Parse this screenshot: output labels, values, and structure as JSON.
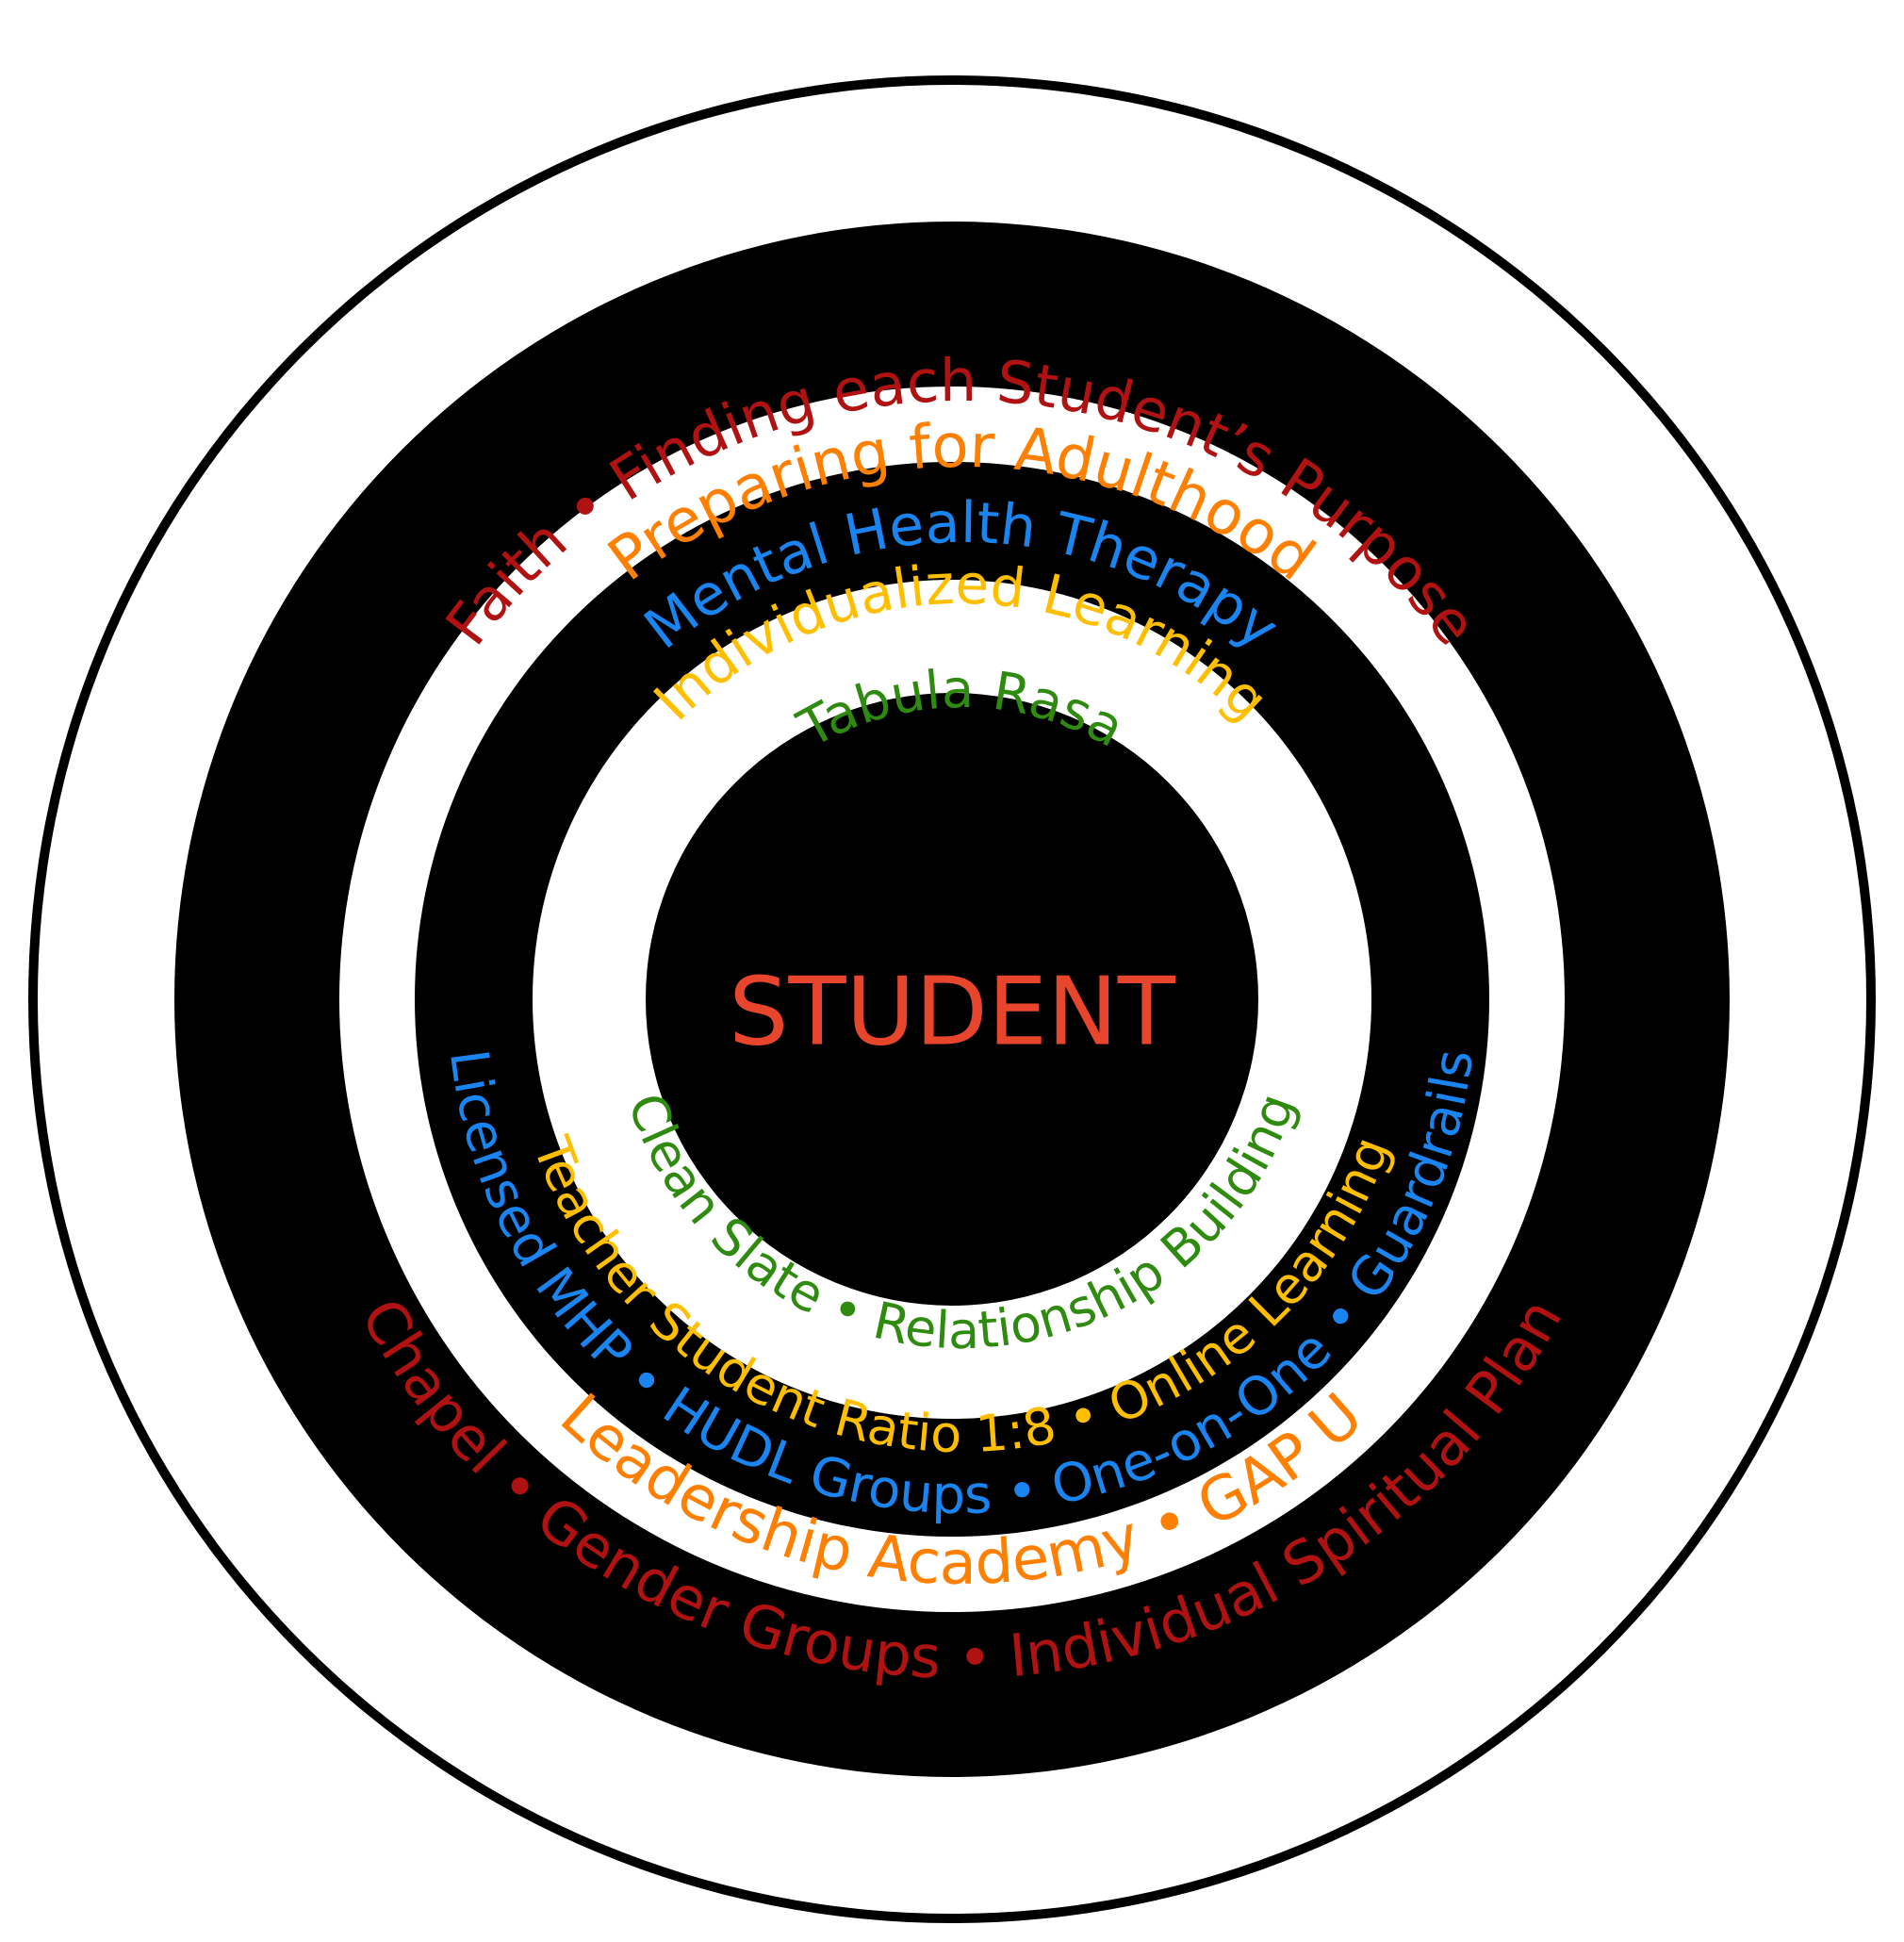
{
  "center": {
    "label": "STUDENT",
    "color": "#e8462c"
  },
  "colors": {
    "dark": "#000000",
    "light": "#ffffff"
  },
  "rings": [
    {
      "id": "faith",
      "color": "#b01212",
      "top_text": "Faith • Finding each Student’s Purpose",
      "bottom_text": "Chapel • Gender Groups • Individual Spiritual Plan"
    },
    {
      "id": "adulthood",
      "color": "#ff7f00",
      "top_text": "Preparing for Adulthood",
      "bottom_text": "Leadership Academy • GAP U"
    },
    {
      "id": "mental-health",
      "color": "#1a85f0",
      "top_text": "Mental Health Therapy",
      "bottom_text": "Licensed MHP • HUDL Groups • One-on-One • Guardrails"
    },
    {
      "id": "individualized-learning",
      "color": "#ffbf00",
      "top_text": "Individualized Learning",
      "bottom_text": "Teacher Student Ratio 1:8 • Online Learning"
    },
    {
      "id": "tabula-rasa",
      "color": "#2e8b0f",
      "top_text": "Tabula Rasa",
      "bottom_text": "Clean Slate • Relationship Building"
    }
  ]
}
